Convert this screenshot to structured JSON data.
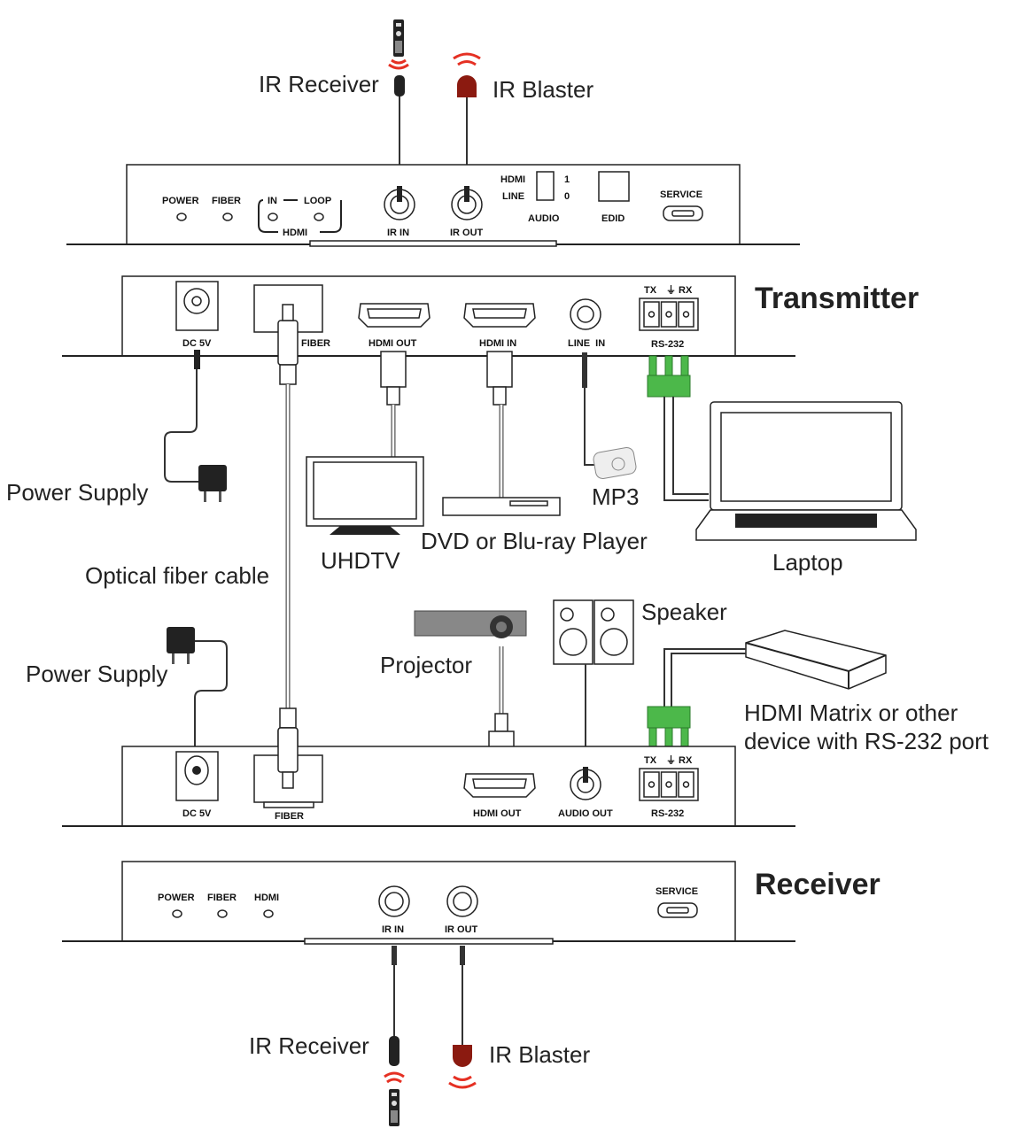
{
  "labels": {
    "ir_receiver_top": "IR Receiver",
    "ir_blaster_top": "IR Blaster",
    "transmitter": "Transmitter",
    "receiver": "Receiver",
    "power_supply_1": "Power Supply",
    "power_supply_2": "Power Supply",
    "optical_fiber": "Optical fiber cable",
    "uhdtv": "UHDTV",
    "dvd": "DVD or Blu-ray Player",
    "mp3": "MP3",
    "laptop": "Laptop",
    "projector": "Projector",
    "speaker": "Speaker",
    "matrix_line1": "HDMI Matrix or other",
    "matrix_line2": "device with RS-232 port",
    "ir_receiver_bottom": "IR Receiver",
    "ir_blaster_bottom": "IR Blaster"
  },
  "tx_front": {
    "power": "POWER",
    "fiber": "FIBER",
    "in": "IN",
    "loop": "LOOP",
    "hdmi": "HDMI",
    "ir_in": "IR IN",
    "ir_out": "IR OUT",
    "sw_hdmi": "HDMI",
    "sw_line": "LINE",
    "sw_1": "1",
    "sw_0": "0",
    "audio": "AUDIO",
    "edid": "EDID",
    "service": "SERVICE"
  },
  "tx_rear": {
    "dc5v": "DC 5V",
    "fiber": "FIBER",
    "hdmi_out": "HDMI OUT",
    "hdmi_in": "HDMI IN",
    "line_in": "LINE  IN",
    "tx": "TX",
    "rx": "RX",
    "rs232": "RS-232"
  },
  "rx_rear": {
    "dc5v": "DC 5V",
    "fiber": "FIBER",
    "hdmi_out": "HDMI OUT",
    "audio_out": "AUDIO OUT",
    "tx": "TX",
    "rx": "RX",
    "rs232": "RS-232"
  },
  "rx_front": {
    "power": "POWER",
    "fiber": "FIBER",
    "hdmi": "HDMI",
    "ir_in": "IR IN",
    "ir_out": "IR OUT",
    "service": "SERVICE"
  },
  "colors": {
    "ir_red": "#e53023",
    "blaster_dark_red": "#8b1a10",
    "terminal_green": "#4cb84a"
  }
}
